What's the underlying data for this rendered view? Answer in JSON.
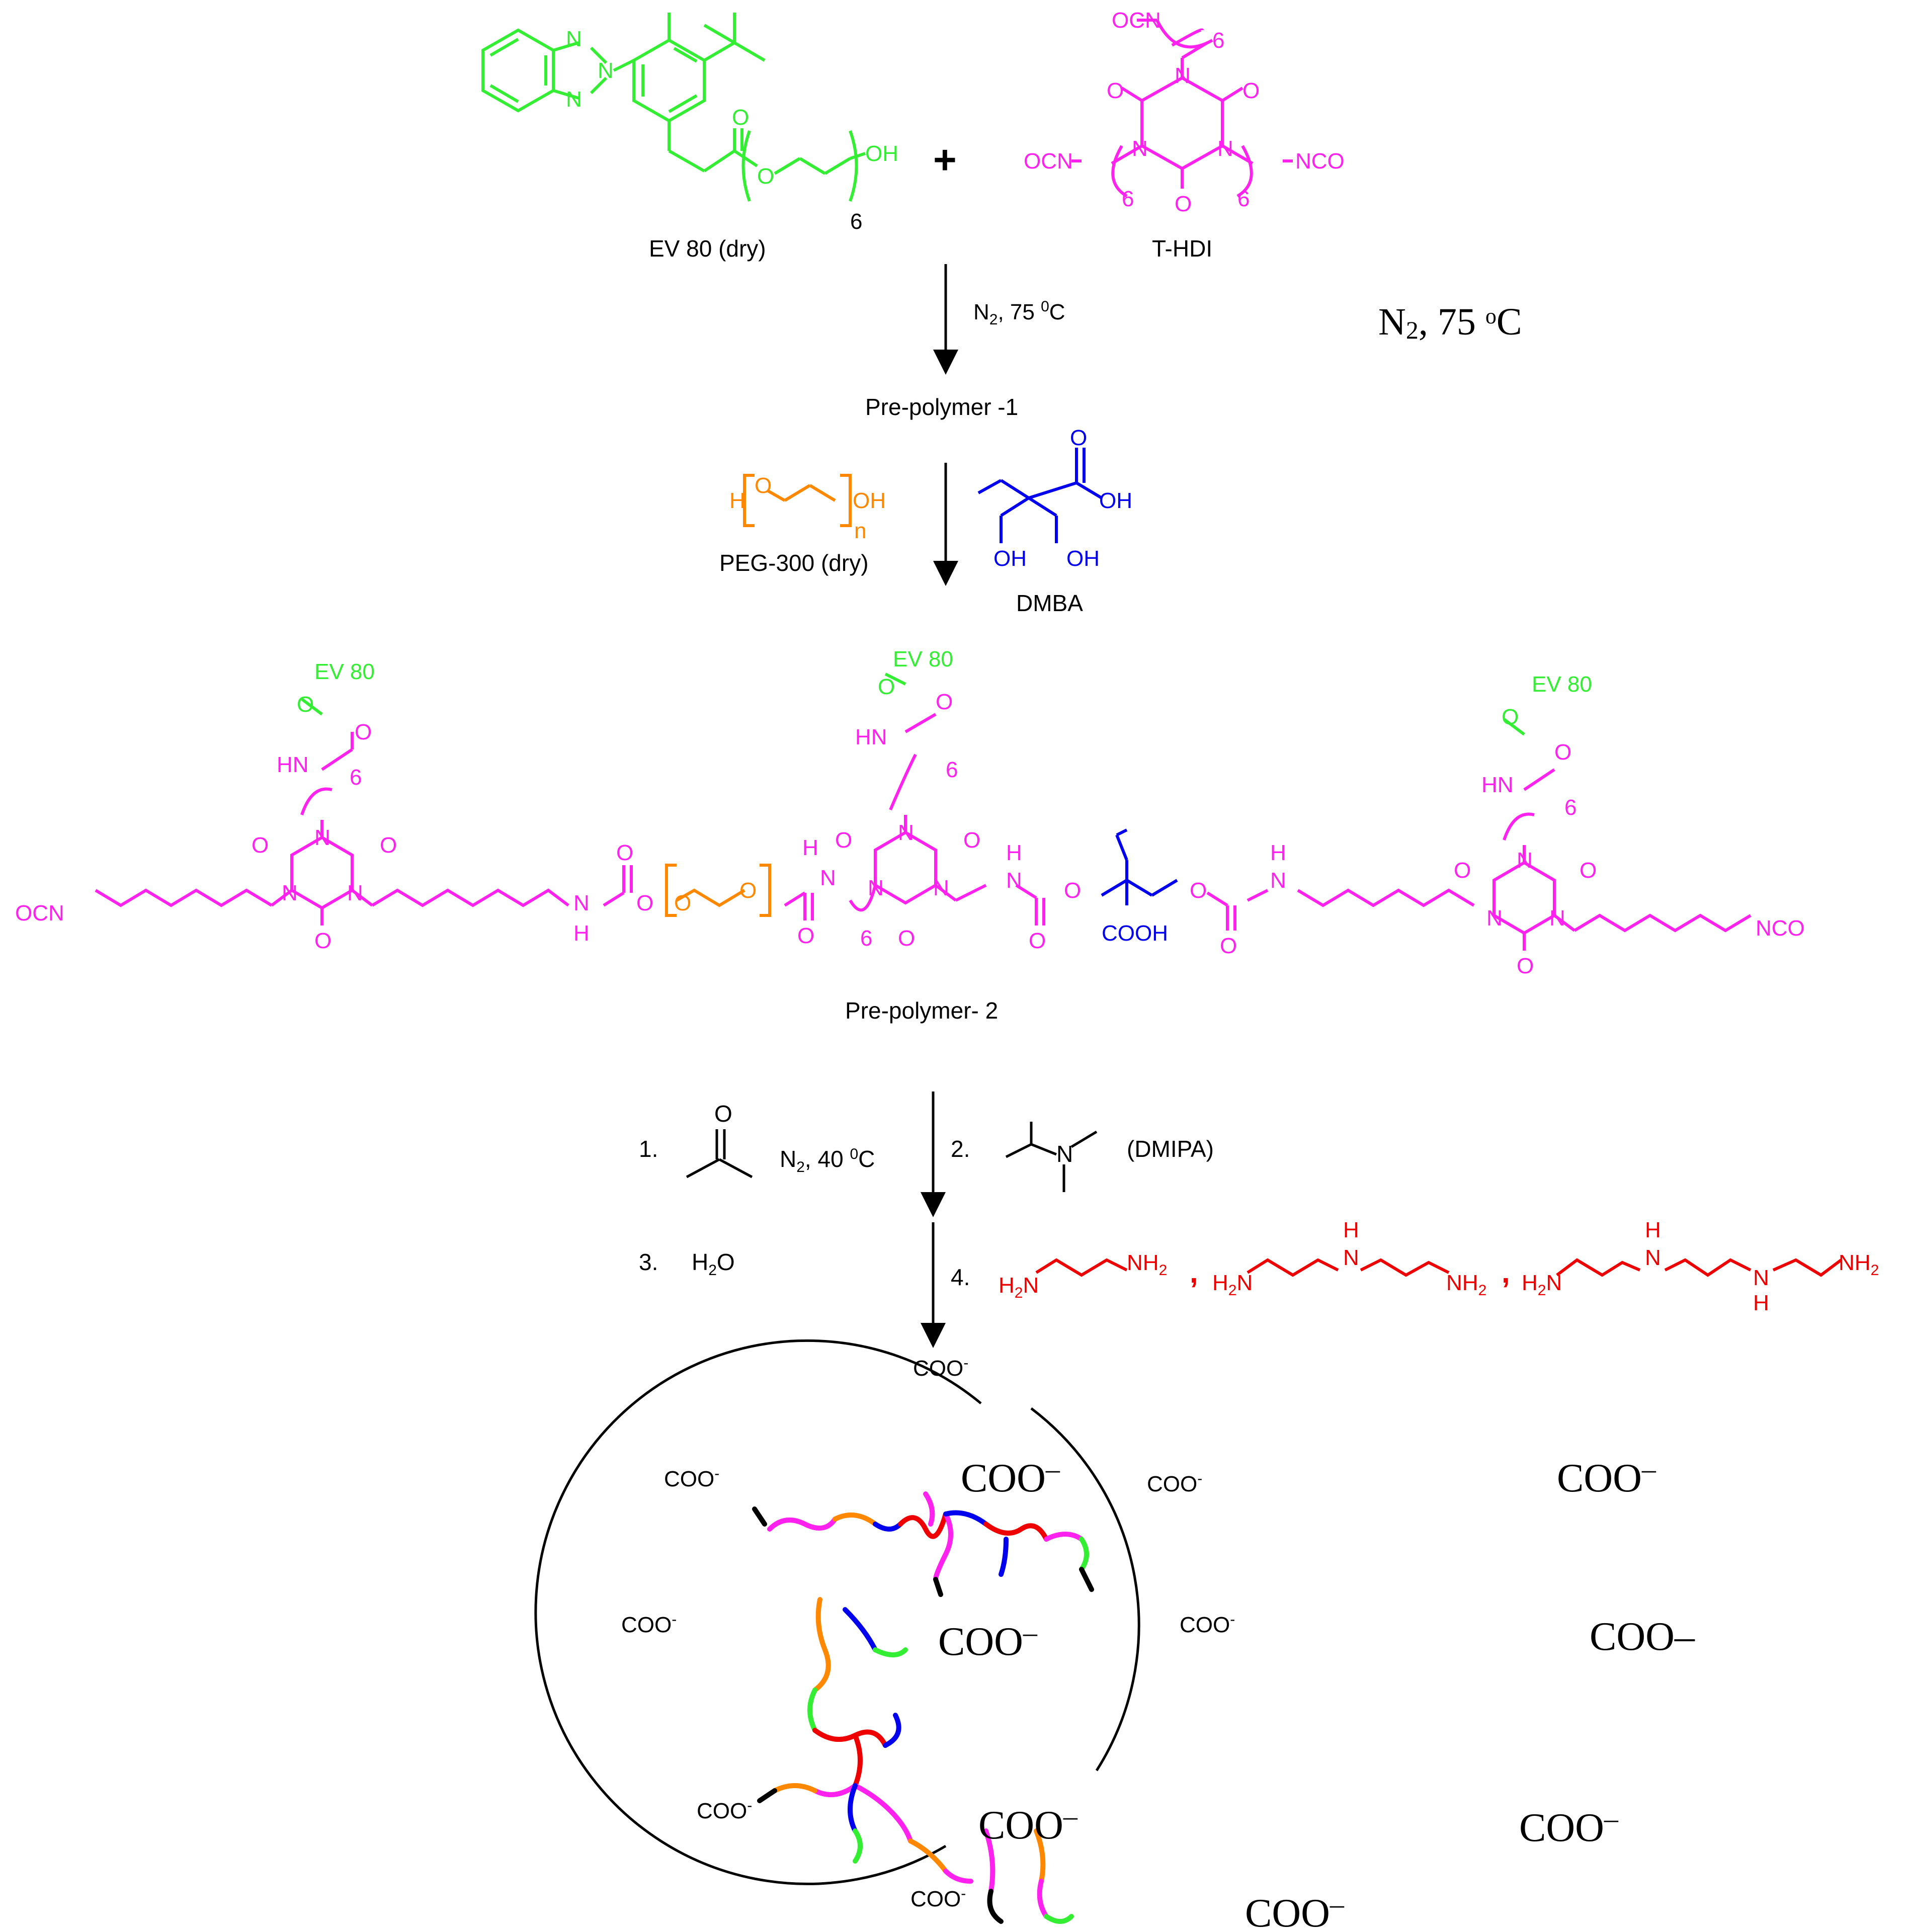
{
  "colors": {
    "ev80": "#33ee33",
    "thdi": "#ff22ee",
    "peg": "#ff8800",
    "dmba": "#0000ee",
    "amine": "#ee0000",
    "black": "#000000"
  },
  "reactants": {
    "ev80": {
      "name": "EV 80 (dry)",
      "oh": "OH",
      "o": "O",
      "n1": "N",
      "n2": "N",
      "n3": "N",
      "rep": "6"
    },
    "plus": "+",
    "thdi": {
      "name": "T-HDI",
      "nco_left": "OCN",
      "nco_top": "OCN",
      "nco_right": "NCO",
      "rep": "6",
      "n": "N",
      "o": "O"
    }
  },
  "step1": {
    "conditions_a": "N",
    "conditions_sub": "2",
    "conditions_b": ", 75 ",
    "conditions_sup": "0",
    "conditions_c": "C"
  },
  "note": {
    "label_a": "N",
    "label_sub": "2",
    "label_b": ", 75 ",
    "label_sup": "o",
    "label_c": "C"
  },
  "prepolymer1": "Pre-polymer -1",
  "step2": {
    "peg": {
      "name": "PEG-300 (dry)",
      "h": "H",
      "o": "O",
      "oh": "OH",
      "n": "n"
    },
    "dmba": {
      "name": "DMBA",
      "oh": "OH",
      "o": "O"
    }
  },
  "prepolymer2": {
    "name": "Pre-polymer- 2",
    "ev80": "EV 80",
    "ocn": "OCN",
    "nco": "NCO",
    "cooh": "COOH",
    "hn": "HN",
    "nh": "NH",
    "h": "H",
    "n": "N",
    "o": "O",
    "rep": "6"
  },
  "step3": {
    "n1": "1.",
    "cond_a": "N",
    "cond_sub": "2",
    "cond_b": ", 40 ",
    "cond_sup": "0",
    "cond_c": "C",
    "n2": "2.",
    "dmipa": "(DMIPA)",
    "amine_n": "N",
    "o": "O",
    "n3": "3.",
    "water_a": "H",
    "water_sub": "2",
    "water_b": "O",
    "n4": "4."
  },
  "amines": {
    "h2n": "H",
    "h2n_sub": "2",
    "n": "N",
    "nh": "NH",
    "nh2_sub": "2",
    "h": "H",
    "comma": ","
  },
  "particle": {
    "coo": "COO",
    "charge": "-",
    "big_charge": "–"
  }
}
